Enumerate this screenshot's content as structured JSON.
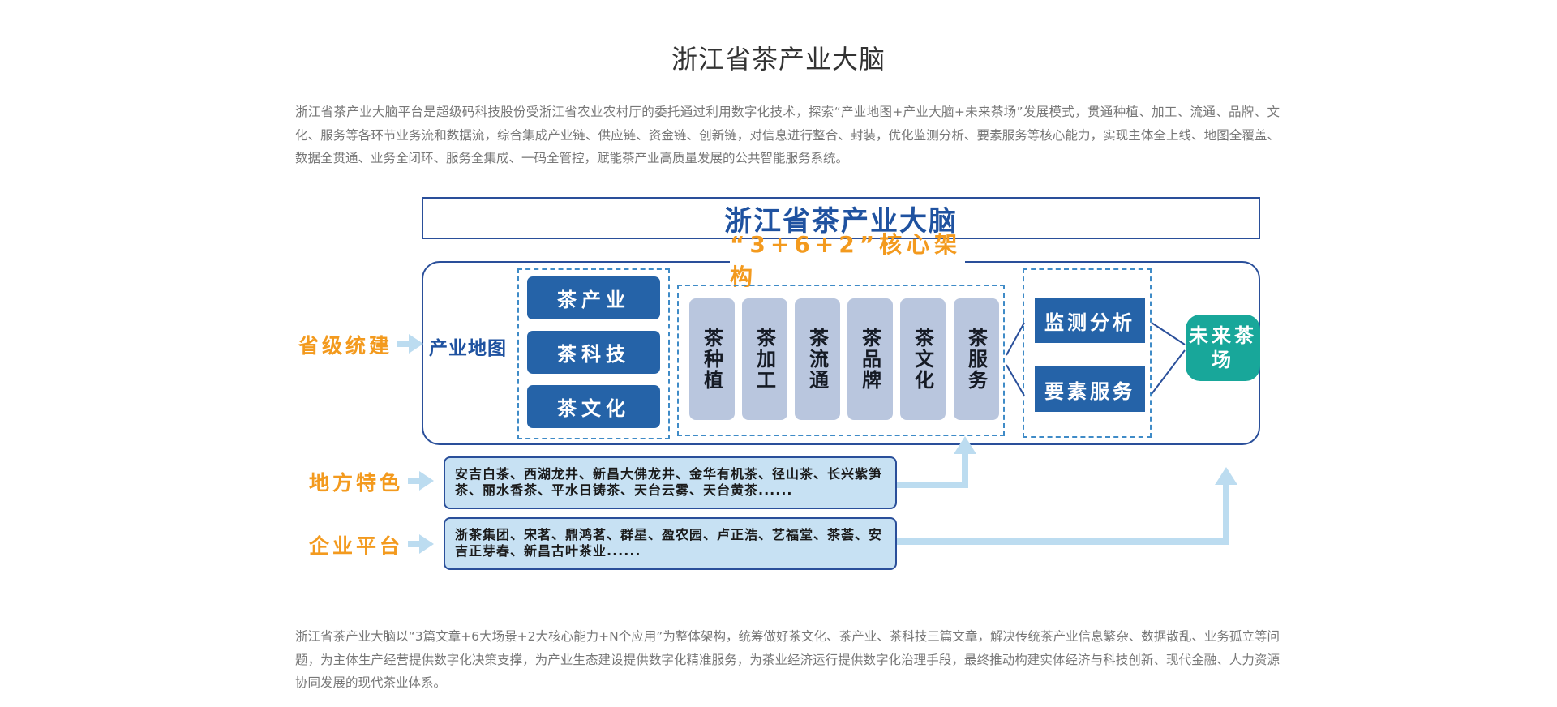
{
  "page": {
    "title": "浙江省茶产业大脑",
    "intro": "浙江省茶产业大脑平台是超级码科技股份受浙江省农业农村厅的委托通过利用数字化技术，探索“产业地图+产业大脑+未来茶场”发展模式，贯通种植、加工、流通、品牌、文化、服务等各环节业务流和数据流，综合集成产业链、供应链、资金链、创新链，对信息进行整合、封装，优化监测分析、要素服务等核心能力，实现主体全上线、地图全覆盖、数据全贯通、业务全闭环、服务全集成、一码全管控，赋能茶产业高质量发展的公共智能服务系统。",
    "summary": "浙江省茶产业大脑以“3篇文章+6大场景+2大核心能力+N个应用”为整体架构，统筹做好茶文化、茶产业、茶科技三篇文章，解决传统茶产业信息繁杂、数据散乱、业务孤立等问题，为主体生产经营提供数字化决策支撑，为产业生态建设提供数字化精准服务，为茶业经济运行提供数字化治理手段，最终推动构建实体经济与科技创新、现代金融、人力资源协同发展的现代茶业体系。"
  },
  "diagram": {
    "title": "浙江省茶产业大脑",
    "core_label": "“3+6+2”核心架构",
    "left_labels": {
      "province": "省级统建",
      "local": "地方特色",
      "enterprise": "企业平台"
    },
    "map_label": "产业地图",
    "three_articles": [
      "茶产业",
      "茶科技",
      "茶文化"
    ],
    "six_scenes": [
      "茶种植",
      "茶加工",
      "茶流通",
      "茶品牌",
      "茶文化",
      "茶服务"
    ],
    "two_capabilities": [
      "监测分析",
      "要素服务"
    ],
    "future": "未来茶场",
    "local_text": "安吉白茶、西湖龙井、新昌大佛龙井、金华有机茶、径山茶、长兴紫笋茶、丽水香茶、平水日铸茶、天台云雾、天台黄茶......",
    "enterprise_text": "浙茶集团、宋茗、鼎鸿茗、群星、盈农园、卢正浩、艺福堂、茶荟、安吉正芽春、新昌古叶茶业......"
  },
  "colors": {
    "dark_blue": "#2a4f9a",
    "button_blue": "#2563a8",
    "orange": "#f39a1e",
    "teal": "#18a79a",
    "light_blue": "#c7e1f3",
    "card_gray_blue": "#b9c6de",
    "arrow_light_blue": "#bcdcf0"
  }
}
